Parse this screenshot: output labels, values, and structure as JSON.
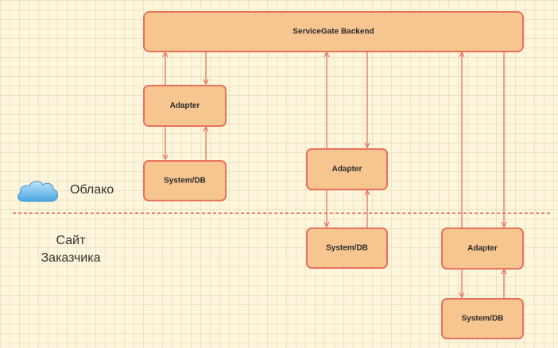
{
  "zones": {
    "cloud_label": "Облако",
    "site_label_line1": "Сайт",
    "site_label_line2": "Заказчика"
  },
  "nodes": {
    "backend": "ServiceGate Backend",
    "adapter_1": "Adapter",
    "system_db_1": "System/DB",
    "adapter_2": "Adapter",
    "system_db_2": "System/DB",
    "adapter_3": "Adapter",
    "system_db_3": "System/DB"
  },
  "colors": {
    "box_fill": "#f7c58f",
    "box_stroke": "#e8735c",
    "connector": "#e8735c",
    "cloud_icon": "#5fb3e8"
  },
  "icons": {
    "cloud": "cloud-icon"
  }
}
